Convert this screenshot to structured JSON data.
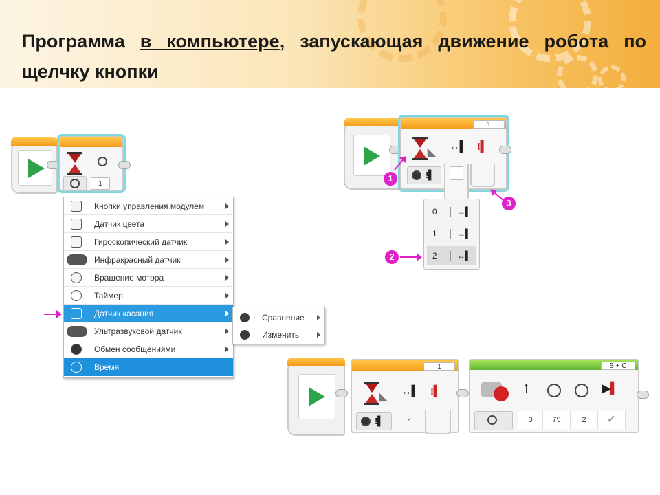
{
  "slide": {
    "title_part1": "Программа ",
    "title_underlined": "в компьютере",
    "title_part2": ", запускающая движение робота по щелчку кнопки"
  },
  "block_top_left": {
    "wait_value": "1"
  },
  "menu": {
    "items": [
      {
        "label": "Кнопки управления модулем",
        "icon": "brick-buttons-icon"
      },
      {
        "label": "Датчик цвета",
        "icon": "color-sensor-icon"
      },
      {
        "label": "Гироскопический датчик",
        "icon": "gyro-sensor-icon"
      },
      {
        "label": "Инфракрасный датчик",
        "icon": "infrared-sensor-icon"
      },
      {
        "label": "Вращение мотора",
        "icon": "motor-rotation-icon"
      },
      {
        "label": "Таймер",
        "icon": "timer-icon"
      },
      {
        "label": "Датчик касания",
        "icon": "touch-sensor-icon"
      },
      {
        "label": "Ультразвуковой датчик",
        "icon": "ultrasonic-sensor-icon"
      },
      {
        "label": "Обмен сообщениями",
        "icon": "bluetooth-icon"
      },
      {
        "label": "Время",
        "icon": "time-icon"
      }
    ],
    "submenu": [
      {
        "label": "Сравнение",
        "icon": "compare-icon"
      },
      {
        "label": "Изменить",
        "icon": "change-icon"
      }
    ]
  },
  "block_top_right": {
    "port_tab": "1",
    "ports": [
      {
        "value": "0"
      },
      {
        "value": "1"
      },
      {
        "value": "2"
      }
    ],
    "badges": [
      "1",
      "2",
      "3"
    ]
  },
  "block_bottom": {
    "port_tab": "1",
    "wait_state": "2",
    "move_ports": "B + C",
    "move_params": [
      "0",
      "75",
      "2"
    ]
  },
  "colors": {
    "orange_tab": "#f59a1a",
    "green_tab": "#5fb832",
    "highlight": "#2a9be0",
    "pointer": "#e020c8"
  }
}
